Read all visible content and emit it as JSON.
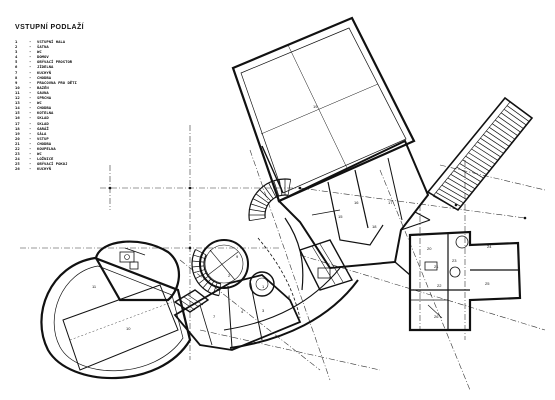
{
  "legend": {
    "title": "VSTUPNÍ PODLAŽÍ",
    "dash": "-",
    "items": [
      {
        "num": "1",
        "label": "VSTUPNÍ HALA"
      },
      {
        "num": "2",
        "label": "ŠATNA"
      },
      {
        "num": "3",
        "label": "WC"
      },
      {
        "num": "4",
        "label": "DOMOV"
      },
      {
        "num": "5",
        "label": "OBÝVACÍ PROSTOR"
      },
      {
        "num": "6",
        "label": "JÍDELNA"
      },
      {
        "num": "7",
        "label": "KUCHYŇ"
      },
      {
        "num": "8",
        "label": "CHODBA"
      },
      {
        "num": "9",
        "label": "PRACOVNA PRO DĚTI"
      },
      {
        "num": "10",
        "label": "BAZÉN"
      },
      {
        "num": "11",
        "label": "SAUNA"
      },
      {
        "num": "12",
        "label": "SPRCHA"
      },
      {
        "num": "13",
        "label": "WC"
      },
      {
        "num": "14",
        "label": "CHODBA"
      },
      {
        "num": "15",
        "label": "KOTELNA"
      },
      {
        "num": "16",
        "label": "SKLAD"
      },
      {
        "num": "17",
        "label": "SKLAD"
      },
      {
        "num": "18",
        "label": "GARÁŽ"
      },
      {
        "num": "19",
        "label": "SÁLA"
      },
      {
        "num": "20",
        "label": "VSTUP"
      },
      {
        "num": "21",
        "label": "CHODBA"
      },
      {
        "num": "22",
        "label": "KOUPELNA"
      },
      {
        "num": "23",
        "label": "WC"
      },
      {
        "num": "24",
        "label": "LOŽNICE"
      },
      {
        "num": "25",
        "label": "OBÝVACÍ POKOJ"
      },
      {
        "num": "26",
        "label": "KUCHYŇ"
      }
    ]
  },
  "room_labels": {
    "garage": "19",
    "pool": "10",
    "sauna": "11",
    "r1": "1",
    "r2": "2",
    "r3": "3",
    "r4": "4",
    "r7": "7",
    "r8": "8",
    "r9": "9",
    "r15": "15",
    "r16": "16",
    "r17": "17",
    "r18": "18",
    "r20": "20",
    "r21": "21",
    "r22": "22",
    "r23": "23",
    "r24": "24",
    "r25": "25",
    "r26": "26"
  }
}
